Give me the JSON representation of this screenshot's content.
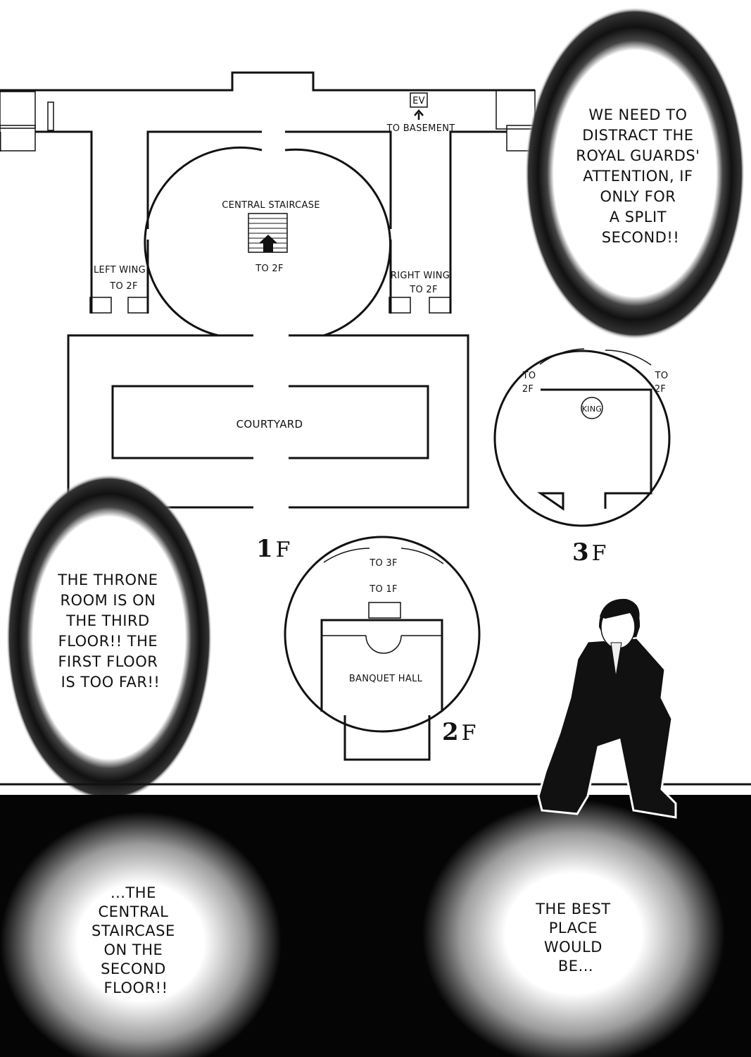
{
  "floorplan_1f": {
    "label_ev": "EV",
    "to_basement": "TO BASEMENT",
    "central_staircase": "CENTRAL STAIRCASE",
    "to_2f_central": "TO 2F",
    "left_wing_line1": "LEFT WING",
    "left_wing_line2": "TO 2F",
    "right_wing_line1": "RIGHT WING",
    "right_wing_line2": "TO 2F",
    "courtyard": "COURTYARD",
    "floor_num": "1",
    "floor_suffix": "F"
  },
  "floorplan_2f": {
    "to_3f": "TO 3F",
    "to_1f": "TO 1F",
    "banquet_hall": "BANQUET HALL",
    "floor_num": "2",
    "floor_suffix": "F"
  },
  "floorplan_3f": {
    "to_2f_left_a": "TO",
    "to_2f_left_b": "2F",
    "to_2f_right_a": "TO",
    "to_2f_right_b": "2F",
    "king": "KING",
    "floor_num": "3",
    "floor_suffix": "F"
  },
  "bubble_top_right": [
    "WE NEED TO",
    "DISTRACT THE",
    "ROYAL GUARDS'",
    "ATTENTION, IF",
    "ONLY FOR",
    "A SPLIT",
    "SECOND!!"
  ],
  "bubble_left": [
    "THE THRONE",
    "ROOM IS ON",
    "THE THIRD",
    "FLOOR!! THE",
    "FIRST FLOOR",
    "IS TOO FAR!!"
  ],
  "bubble_bottom_left": [
    "...THE",
    "CENTRAL",
    "STAIRCASE",
    "ON THE",
    "SECOND",
    "FLOOR!!"
  ],
  "bubble_bottom_right": [
    "THE BEST",
    "PLACE",
    "WOULD",
    "BE..."
  ],
  "colors": {
    "ink": "#111111",
    "paper": "#ffffff",
    "panel_dark": "#050505"
  }
}
